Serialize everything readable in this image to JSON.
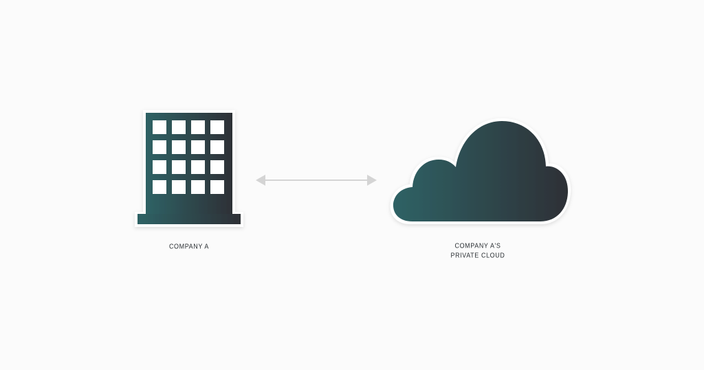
{
  "nodes": {
    "company": {
      "icon": "office-building-icon",
      "label": "COMPANY A"
    },
    "cloud": {
      "icon": "cloud-icon",
      "label_line1": "COMPANY A'S",
      "label_line2": "PRIVATE CLOUD"
    }
  },
  "connector": {
    "icon": "bidirectional-arrow-icon",
    "direction": "both"
  },
  "colors": {
    "background": "#fbfbfb",
    "gradient_start": "#2e6265",
    "gradient_end": "#2d3036",
    "arrow": "#d4d4d4",
    "window": "#ffffff",
    "label_text": "#2a2f33"
  }
}
